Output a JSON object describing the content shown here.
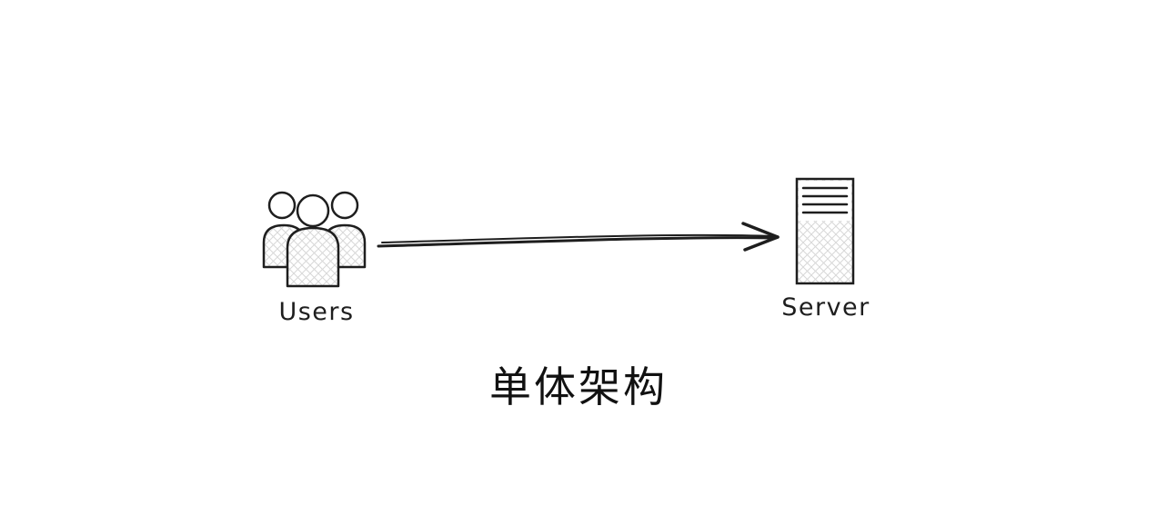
{
  "canvas": {
    "background": "#ffffff",
    "stroke_color": "#1e1e1e",
    "hatch_color": "#d8d8d8"
  },
  "diagram": {
    "title": "单体架构",
    "nodes": [
      {
        "id": "users",
        "label": "Users",
        "icon": "users-icon",
        "shape": "people-group"
      },
      {
        "id": "server",
        "label": "Server",
        "icon": "server-icon",
        "shape": "server-rect"
      }
    ],
    "edges": [
      {
        "from": "users",
        "to": "server",
        "style": "double-line-arrow",
        "direction": "right"
      }
    ]
  }
}
